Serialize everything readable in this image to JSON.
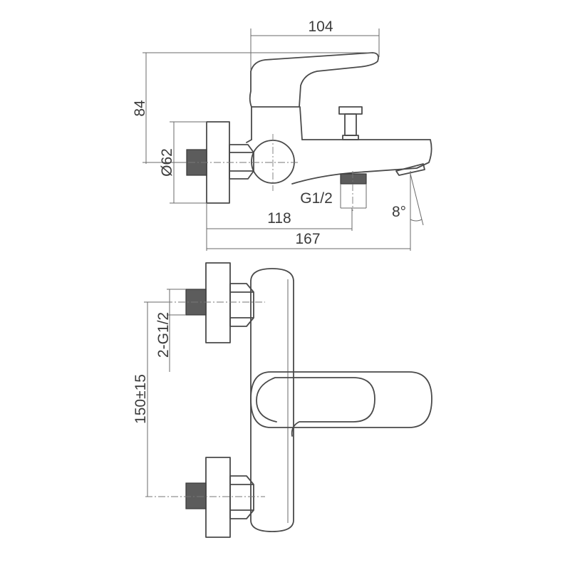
{
  "dimensions": {
    "width_top": "104",
    "height": "84",
    "diameter": "Ø62",
    "thread_outlet": "G1/2",
    "length_inlet": "118",
    "length_total": "167",
    "angle": "8°",
    "thread_inlets": "2-G1/2",
    "center_distance": "150±15"
  },
  "colors": {
    "line": "#4a4a4a",
    "thread": "#5c5c5c",
    "background": "#ffffff"
  }
}
